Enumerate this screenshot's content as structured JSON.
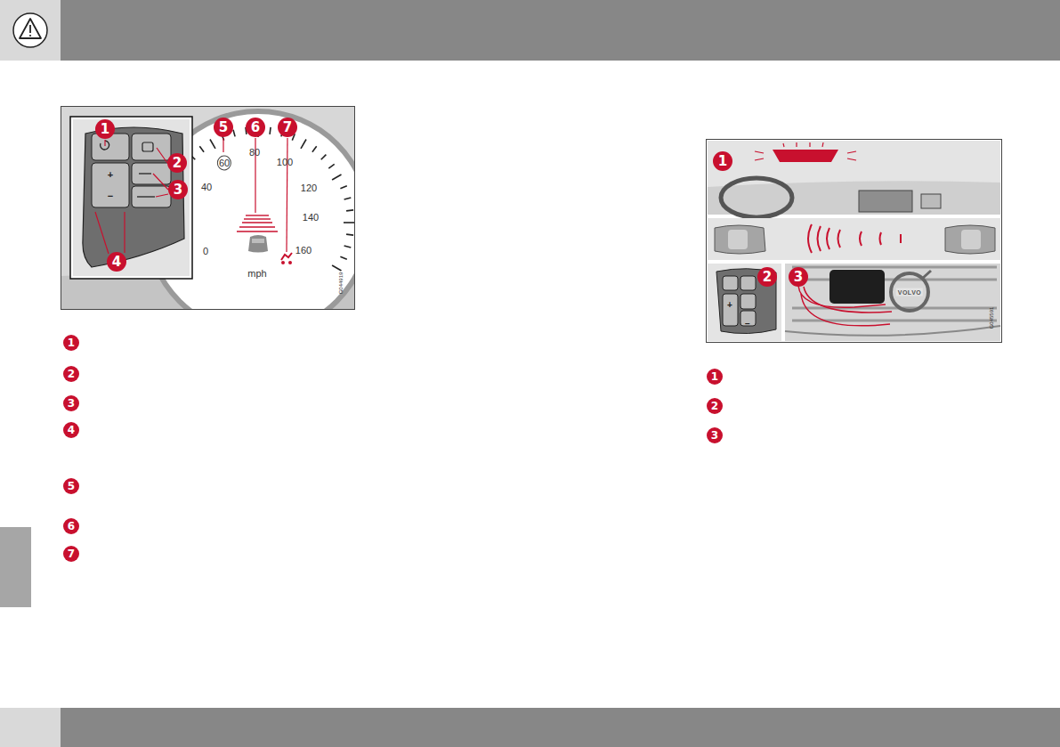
{
  "diagram": {
    "labels": [
      "1",
      "2",
      "3",
      "4",
      "5",
      "6",
      "7",
      "+",
      "−",
      "60",
      "80",
      "100",
      "120",
      "140",
      "160",
      "40",
      "0",
      "mph",
      "G044919",
      "1",
      "2",
      "3",
      "4",
      "5",
      "6",
      "7",
      "1",
      "2",
      "3",
      "VOLVO",
      "+",
      "−",
      "G045591",
      "1",
      "2",
      "3"
    ]
  }
}
